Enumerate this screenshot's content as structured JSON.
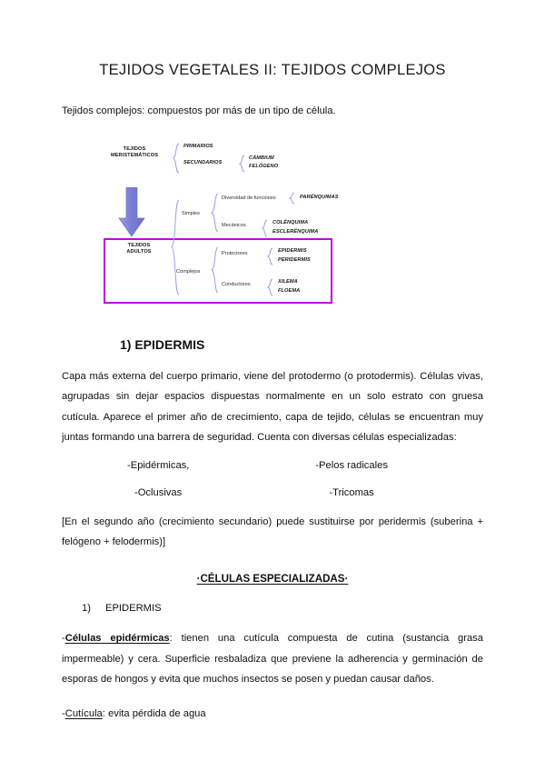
{
  "document": {
    "title": "TEJIDOS VEGETALES II: TEJIDOS COMPLEJOS",
    "intro": "Tejidos complejos: compuestos por más de un tipo de célula."
  },
  "diagram": {
    "meristematic_label": "TEJIDOS\nMERISTEMÁTICOS",
    "primarios": "PRIMARIOS",
    "secundarios": "SECUNDARIOS",
    "cambium": "CÁMBIUM",
    "felogeno": "FELÓGENO",
    "adultos_label": "TEJIDOS\nADULTOS",
    "simples": "Simples",
    "complejos": "Complejos",
    "diversidad": "Diversidad de funciones",
    "mecanicos": "Mecánicos",
    "protectores": "Protectores",
    "conductores": "Conductores",
    "parenquimas": "PARÉNQUIMAS",
    "colenquima": "COLÉNQUIMA",
    "esclerenquima": "ESCLERÉNQUIMA",
    "epidermis": "EPIDERMIS",
    "peridermis": "PERIDERMIS",
    "xilema": "XILEMA",
    "floema": "FLOEMA",
    "box_color": "#c204e0",
    "arrow_color": "#7b7fd4",
    "brace_color": "#9aa0e8"
  },
  "epidermis_section": {
    "heading": "1) EPIDERMIS",
    "paragraph": "Capa más externa del cuerpo primario, viene del protodermo (o protodermis). Células vivas, agrupadas sin dejar espacios dispuestas normalmente en un solo estrato con gruesa cutícula. Aparece el primer año de crecimiento, capa de tejido, células se encuentran muy juntas formando una barrera de seguridad. Cuenta con diversas células especializadas:",
    "cells": {
      "epidermicas": "-Epidérmicas,",
      "pelos_radicales": "-Pelos radicales",
      "oclusivas": "-Oclusivas",
      "tricomas": "-Tricomas"
    },
    "note": "[En el segundo año (crecimiento secundario) puede sustituirse por peridermis (suberina + felógeno + felodermis)]"
  },
  "specialized": {
    "heading": "·CÉLULAS ESPECIALIZADAS·",
    "item_number": "1)",
    "item_label": "EPIDERMIS",
    "celulas_epidermicas": {
      "dash": "-",
      "term": "Células epidérmicas",
      "body": ": tienen una cutícula compuesta de cutina (sustancia grasa impermeable) y cera. Superficie resbaladiza que previene la adherencia y germinación de esporas de hongos y evita que muchos insectos se posen y puedan causar daños."
    },
    "cuticula": {
      "dash": "-",
      "term": "Cutícula",
      "body": ": evita pérdida de agua"
    }
  }
}
